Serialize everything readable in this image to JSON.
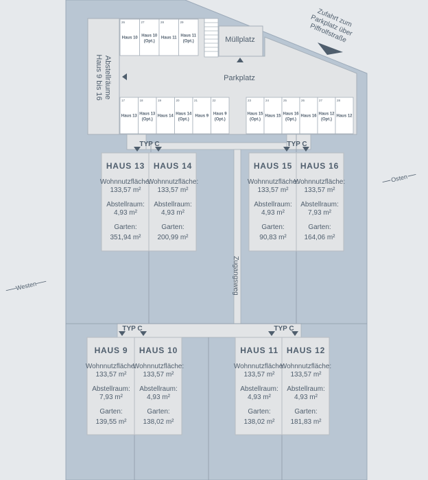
{
  "colors": {
    "background": "#e6e9ec",
    "site": "#b9c6d3",
    "paved": "#e2e4e6",
    "house": "#e2e4e6",
    "text": "#4f5e6d",
    "lines": "#8e9aa7"
  },
  "labels": {
    "zufahrt": [
      "Zufahrt zum",
      "Parkplatz über",
      "Piffrolfstraße"
    ],
    "muellplatz": "Müllplatz",
    "parkplatz": "Parkplatz",
    "abstellraeume": [
      "Abstellräume",
      "Haus 9 bis 16"
    ],
    "zugangsweg": "Zugangsweg",
    "westen": "Westen",
    "osten": "Osten",
    "typ_c_1": "TYP C",
    "typ_c_2": "TYP C",
    "typ_c_3": "TYP C",
    "typ_c_4": "TYP C"
  },
  "parking_top": [
    {
      "num": "26",
      "l1": "Haus 10",
      "l2": ""
    },
    {
      "num": "27",
      "l1": "Haus 10",
      "l2": "(Opt.)"
    },
    {
      "num": "28",
      "l1": "Haus 11",
      "l2": ""
    },
    {
      "num": "29",
      "l1": "Haus 11",
      "l2": "(Opt.)"
    }
  ],
  "parking_bottom_left": [
    {
      "num": "17",
      "l1": "Haus 13",
      "l2": ""
    },
    {
      "num": "18",
      "l1": "Haus 13",
      "l2": "(Opt.)"
    },
    {
      "num": "19",
      "l1": "Haus 14",
      "l2": ""
    },
    {
      "num": "20",
      "l1": "Haus 14",
      "l2": "(Opt.)"
    },
    {
      "num": "21",
      "l1": "Haus 9",
      "l2": ""
    },
    {
      "num": "22",
      "l1": "Haus 9",
      "l2": "(Opt.)"
    }
  ],
  "parking_bottom_right": [
    {
      "num": "23",
      "l1": "Haus 15",
      "l2": "(Opt.)"
    },
    {
      "num": "24",
      "l1": "Haus 15",
      "l2": ""
    },
    {
      "num": "25",
      "l1": "Haus 16",
      "l2": "(Opt.)"
    },
    {
      "num": "26",
      "l1": "Haus 16",
      "l2": ""
    },
    {
      "num": "27",
      "l1": "Haus 12",
      "l2": "(Opt.)"
    },
    {
      "num": "28",
      "l1": "Haus 12",
      "l2": ""
    }
  ],
  "houses": [
    {
      "name": "HAUS 13",
      "wohn_label": "Wohnnutzfläche:",
      "wohn": "133,57 m²",
      "abst_label": "Abstellraum:",
      "abst": "4,93 m²",
      "garten_label": "Garten:",
      "garten": "351,94 m²"
    },
    {
      "name": "HAUS 14",
      "wohn_label": "Wohnnutzfläche:",
      "wohn": "133,57 m²",
      "abst_label": "Abstellraum:",
      "abst": "4,93 m²",
      "garten_label": "Garten:",
      "garten": "200,99 m²"
    },
    {
      "name": "HAUS 15",
      "wohn_label": "Wohnnutzfläche:",
      "wohn": "133,57 m²",
      "abst_label": "Abstellraum:",
      "abst": "4,93 m²",
      "garten_label": "Garten:",
      "garten": "90,83 m²"
    },
    {
      "name": "HAUS 16",
      "wohn_label": "Wohnnutzfläche:",
      "wohn": "133,57 m²",
      "abst_label": "Abstellraum:",
      "abst": "7,93 m²",
      "garten_label": "Garten:",
      "garten": "164,06 m²"
    },
    {
      "name": "HAUS 9",
      "wohn_label": "Wohnnutzfläche:",
      "wohn": "133,57 m²",
      "abst_label": "Abstellraum:",
      "abst": "7,93 m²",
      "garten_label": "Garten:",
      "garten": "139,55 m²"
    },
    {
      "name": "HAUS 10",
      "wohn_label": "Wohnnutzfläche:",
      "wohn": "133,57 m²",
      "abst_label": "Abstellraum:",
      "abst": "4,93 m²",
      "garten_label": "Garten:",
      "garten": "138,02 m²"
    },
    {
      "name": "HAUS 11",
      "wohn_label": "Wohnnutzfläche:",
      "wohn": "133,57 m²",
      "abst_label": "Abstellraum:",
      "abst": "4,93 m²",
      "garten_label": "Garten:",
      "garten": "138,02 m²"
    },
    {
      "name": "HAUS 12",
      "wohn_label": "Wohnnutzfläche:",
      "wohn": "133,57 m²",
      "abst_label": "Abstellraum:",
      "abst": "4,93 m²",
      "garten_label": "Garten:",
      "garten": "181,83 m²"
    }
  ]
}
